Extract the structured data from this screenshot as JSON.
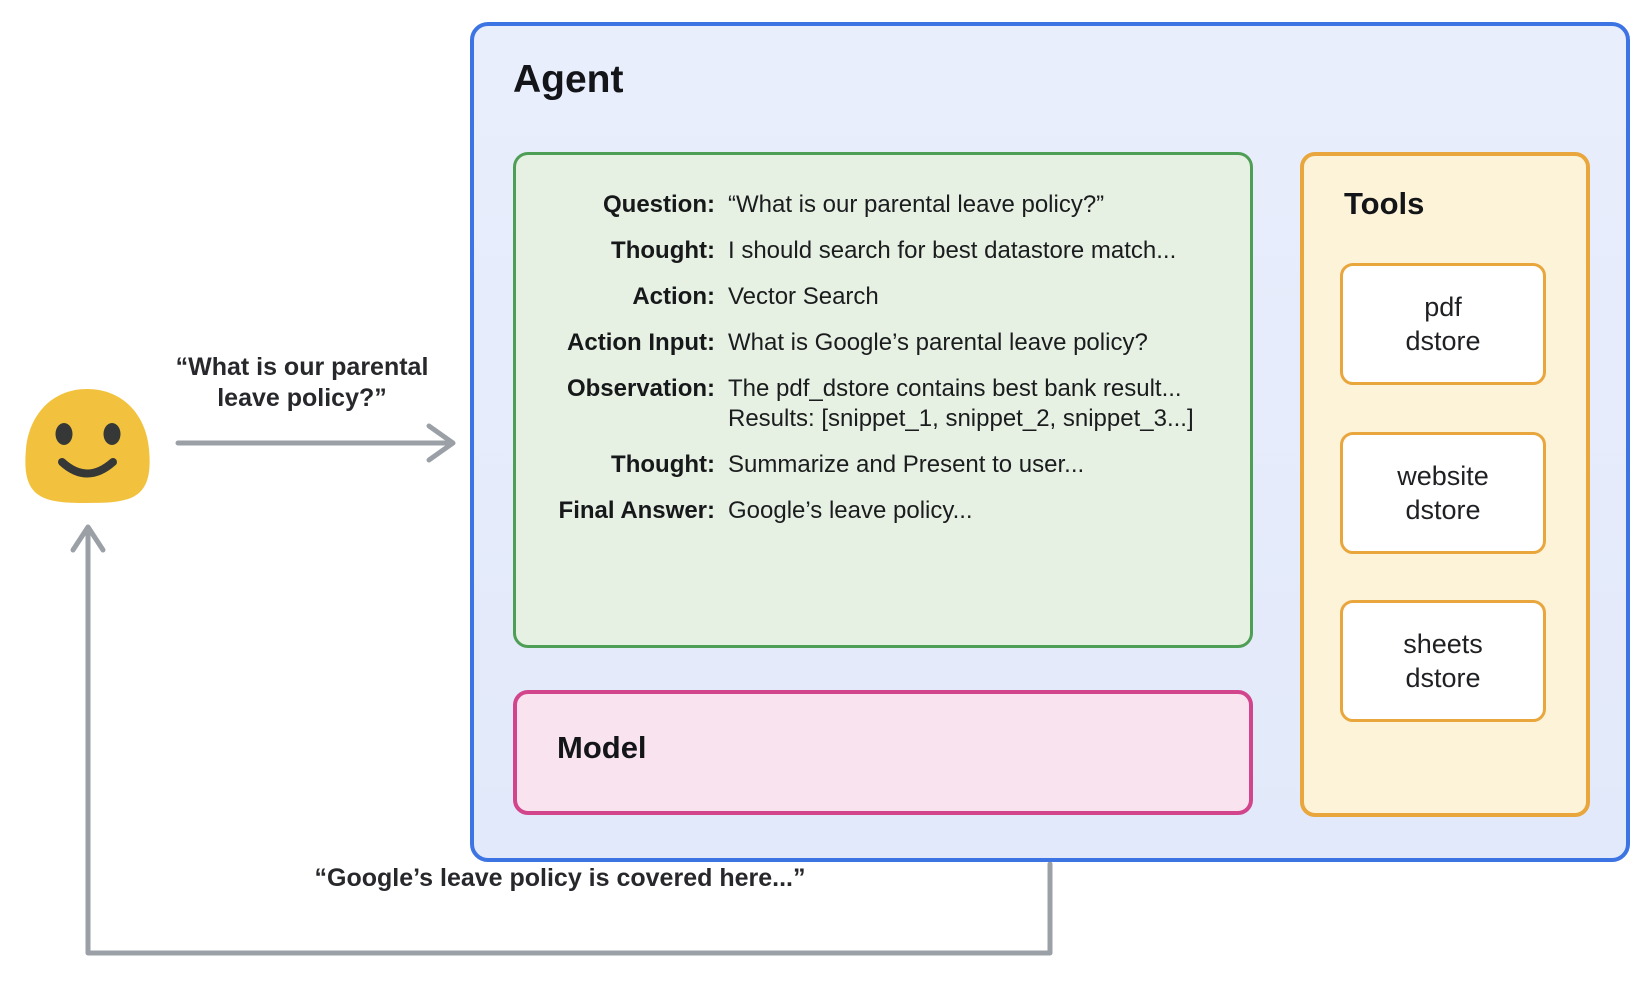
{
  "user": {
    "avatar": "smiling-blob-emoji",
    "request": {
      "full_text": "“What is our parental leave policy?”",
      "lines": [
        "“What is our parental",
        "leave policy?”"
      ]
    },
    "response": "“Google’s leave policy is covered here...”"
  },
  "agent": {
    "title": "Agent",
    "scratchpad": {
      "rows": [
        {
          "label": "Question:",
          "value": "“What is our parental leave policy?”"
        },
        {
          "label": "Thought:",
          "value": "I should search for best datastore match..."
        },
        {
          "label": "Action:",
          "value": "Vector Search"
        },
        {
          "label": "Action Input:",
          "value": "What is Google’s parental leave policy?"
        },
        {
          "label": "Observation:",
          "value": "The pdf_dstore contains best bank result...",
          "value2": "Results: [snippet_1, snippet_2, snippet_3...]"
        },
        {
          "label": "Thought:",
          "value": "Summarize and Present to user..."
        },
        {
          "label": "Final Answer:",
          "value": "Google’s leave policy..."
        }
      ]
    },
    "model": {
      "title": "Model"
    },
    "tools": {
      "title": "Tools",
      "items": [
        {
          "line1": "pdf",
          "line2": "dstore"
        },
        {
          "line1": "website",
          "line2": "dstore"
        },
        {
          "line1": "sheets",
          "line2": "dstore"
        }
      ]
    }
  },
  "colors": {
    "agent_border": "#3d74e4",
    "agent_fill": "#e6ebfb",
    "scratchpad_border": "#4e9e56",
    "scratchpad_fill": "#e6f0e3",
    "model_border": "#d2458c",
    "model_fill": "#f9e3ee",
    "tools_border": "#e9a63c",
    "tools_fill": "#fcf3d9",
    "arrow_gray": "#9aa0a6",
    "dotted_gray": "#85898e",
    "emoji_yellow": "#f2c23e",
    "text": "#202124"
  }
}
